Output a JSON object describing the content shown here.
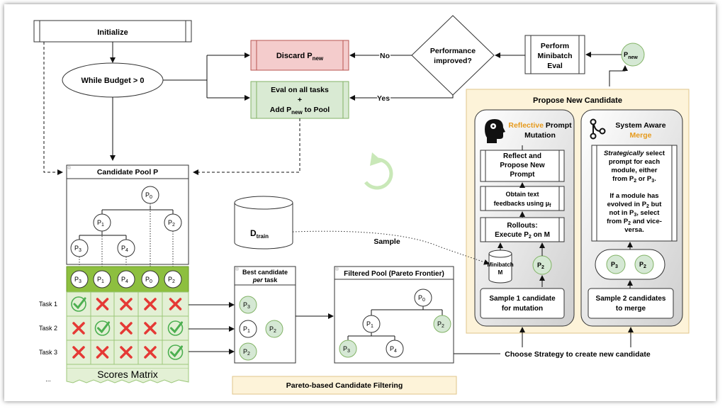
{
  "labels": {
    "initialize": "Initialize",
    "while_budget": "While Budget > 0",
    "discard": "Discard P",
    "discard_sub": "new",
    "eval_line1": "Eval on all tasks",
    "eval_plus": "+",
    "eval_line2a": "Add P",
    "eval_line2_sub": "new",
    "eval_line2b": " to Pool",
    "performance_line1": "Performance",
    "performance_line2": "improved?",
    "perform_line1": "Perform",
    "perform_line2": "Minibatch",
    "perform_line3": "Eval",
    "pnew": "P",
    "pnew_sub": "new",
    "no": "No",
    "yes": "Yes",
    "candidate_pool": "Candidate Pool P",
    "propose_new": "Propose New Candidate",
    "reflective_1": "Reflective",
    "reflective_2": " Prompt",
    "mutation": "Mutation",
    "system_aware": "System Aware",
    "merge": "Merge",
    "reflect_1": "Reflect and",
    "reflect_2": "Propose New",
    "reflect_3": "Prompt",
    "obtain_1": "Obtain text",
    "obtain_2": "feedbacks using μ",
    "obtain_sub": "f",
    "rollouts_1": "Rollouts:",
    "rollouts_2": "Execute P",
    "rollouts_sub": "2",
    "rollouts_3": " on M",
    "minibatch_1": "Minibatch",
    "minibatch_2": "M",
    "sample1_1": "Sample 1 candidate",
    "sample1_2": "for mutation",
    "sample2_1": "Sample 2 candidates",
    "sample2_2": "to merge",
    "strat_1a": "Strategically",
    "strat_1b": " select",
    "strat_2": "prompt for each",
    "strat_3": "module, either",
    "strat_4a": "from P",
    "strat_4b": " or P",
    "strat_5": "If a module has",
    "strat_6a": "evolved in P",
    "strat_6b": " but",
    "strat_7a": "not in P",
    "strat_7b": ", select",
    "strat_8a": "from P",
    "strat_8b": " and vice-",
    "strat_9": "versa.",
    "dtrain": "D",
    "dtrain_sub": "train",
    "sample": "Sample",
    "best_1": "Best candidate",
    "best_2": "per",
    "best_3": " task",
    "filtered": "Filtered Pool (Pareto Frontier)",
    "choose": "Choose Strategy to create new candidate",
    "pareto": "Pareto-based Candidate Filtering",
    "scores": "Scores Matrix",
    "tasks": [
      "Task 1",
      "Task 2",
      "Task 3",
      "..."
    ],
    "matrix_headers": [
      "3",
      "1",
      "4",
      "0",
      "2"
    ],
    "p": "P",
    "sub0": "0",
    "sub1": "1",
    "sub2": "2",
    "sub3": "3",
    "sub4": "4"
  },
  "scores_matrix": [
    [
      "check",
      "cross",
      "cross",
      "cross",
      "cross"
    ],
    [
      "cross",
      "check",
      "cross",
      "cross",
      "check"
    ],
    [
      "cross",
      "cross",
      "cross",
      "cross",
      "check"
    ]
  ],
  "colors": {
    "discard_fill": "#f4cccc",
    "eval_fill": "#d9ead3",
    "green_node": "#d5e8d4",
    "matrix_header": "#8dbf3f",
    "matrix_cell": "#e3f0d5",
    "panel_fill": "#fdf3d9",
    "reflective_accent": "#e69a1c",
    "check": "#4caf50",
    "cross": "#e53935"
  }
}
